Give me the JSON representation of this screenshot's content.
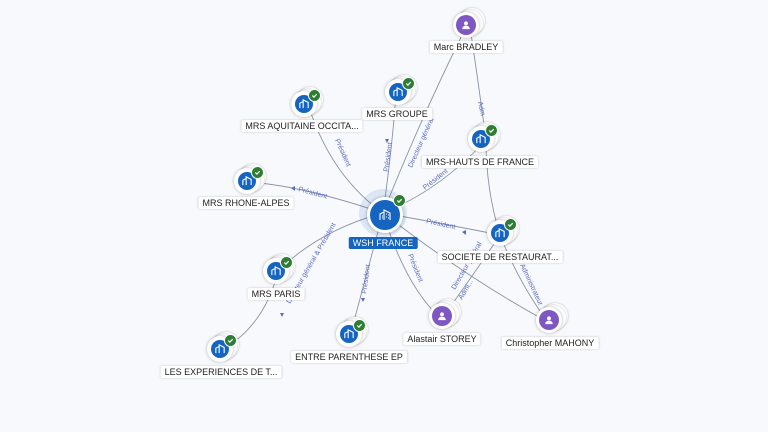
{
  "center": {
    "label": "WSH FRANCE"
  },
  "nodes": {
    "marc_bradley": {
      "label": "Marc BRADLEY",
      "type": "person",
      "icon": "person-icon"
    },
    "mrs_groupe": {
      "label": "MRS GROUPE",
      "type": "company",
      "icon": "building-icon"
    },
    "mrs_aquitaine": {
      "label": "MRS AQUITAINE OCCITA...",
      "type": "company",
      "icon": "building-icon"
    },
    "mrs_hauts_de_france": {
      "label": "MRS-HAUTS DE FRANCE",
      "type": "company",
      "icon": "building-icon"
    },
    "mrs_rhone_alpes": {
      "label": "MRS RHONE-ALPES",
      "type": "company",
      "icon": "building-icon"
    },
    "societe_restauration": {
      "label": "SOCIETE DE RESTAURAT...",
      "type": "company",
      "icon": "building-icon"
    },
    "mrs_paris": {
      "label": "MRS PARIS",
      "type": "company",
      "icon": "building-icon"
    },
    "alastair_storey": {
      "label": "Alastair STOREY",
      "type": "person",
      "icon": "person-icon"
    },
    "christopher_mahony": {
      "label": "Christopher MAHONY",
      "type": "person",
      "icon": "person-icon"
    },
    "entre_parenthese": {
      "label": "ENTRE PARENTHESE EP",
      "type": "company",
      "icon": "building-icon"
    },
    "les_experiences": {
      "label": "LES EXPERIENCES DE T...",
      "type": "company",
      "icon": "building-icon"
    }
  },
  "edge_labels": {
    "aquitaine": "Président",
    "groupe": "Président",
    "marc_directeur": "Directeur général",
    "hauts": "Président",
    "rhone": "Président",
    "societe": "Président",
    "paris": "Directeur général & Président",
    "entre": "Président",
    "alastair": "Président",
    "soc_dir": "Directeur général",
    "adm_alastair": "Admi...",
    "adm_christopher": "Administrateur",
    "marc_adm": "Adm"
  },
  "colors": {
    "company": "#1565c0",
    "person": "#7e57c2",
    "verified": "#2e7d32",
    "edge": "#8a94a6",
    "edge_label": "#5c6bc0",
    "background": "#f7f9fc"
  }
}
